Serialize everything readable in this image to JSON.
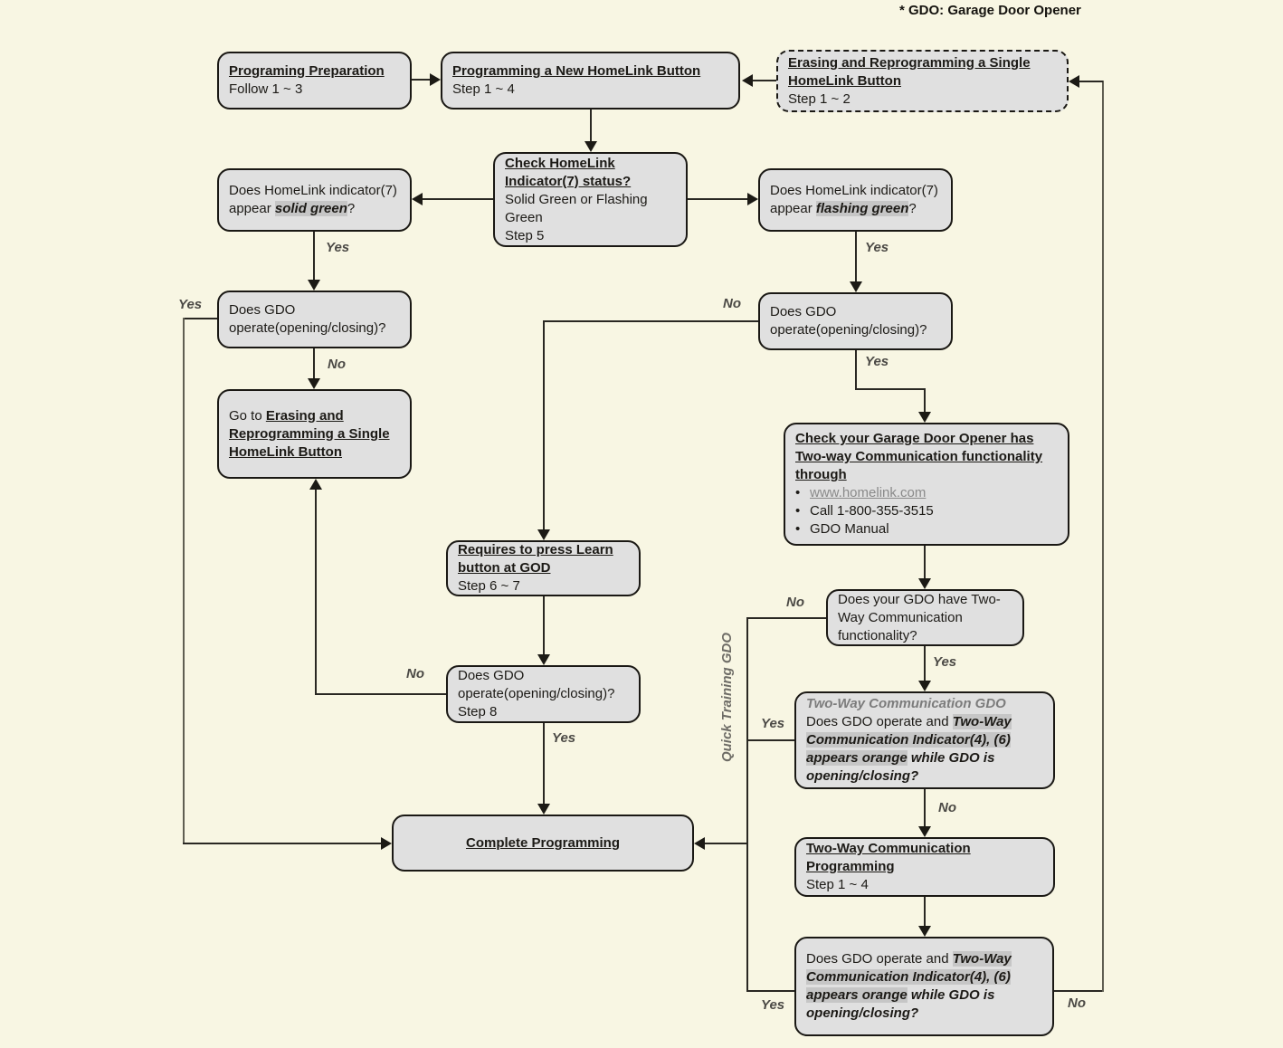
{
  "note": "* GDO: Garage Door Opener",
  "labels": {
    "yes": "Yes",
    "no": "No",
    "quick_training": "Quick Training GDO"
  },
  "colors": {
    "background": "#f8f6e3",
    "box_fill": "#e0e0e0",
    "box_border": "#1a1814",
    "highlight": "#c6c6c6",
    "line": "#2a2823",
    "label_text": "#4c4a46",
    "link_text": "#8a8a8a"
  },
  "boxes": {
    "prep": {
      "title": "Programing Preparation",
      "sub": "Follow 1 ~ 3"
    },
    "new_button": {
      "title": "Programming a New HomeLink Button",
      "sub": "Step 1 ~ 4"
    },
    "erase": {
      "title": "Erasing and Reprogramming a Single HomeLink Button",
      "sub": "Step 1 ~ 2"
    },
    "check_indicator": {
      "title": "Check HomeLink Indicator(7) status?",
      "sub1": "Solid Green or Flashing Green",
      "sub2": "Step 5"
    },
    "solid_green": {
      "t1": "Does HomeLink indicator(7) appear ",
      "hl": "solid green",
      "t2": "?"
    },
    "flashing_green": {
      "t1": "Does HomeLink indicator(7) appear ",
      "hl": "flashing green",
      "t2": "?"
    },
    "gdo_left": {
      "text": "Does GDO operate(opening/closing)?"
    },
    "gdo_right": {
      "text": "Does GDO operate(opening/closing)?"
    },
    "goto_erase": {
      "t1": "Go to ",
      "link": "Erasing and Reprogramming a Single HomeLink Button"
    },
    "check_garage": {
      "title": "Check your Garage Door Opener has Two-way Communication functionality through",
      "bullet_char": "•",
      "bullets": [
        "www.homelink.com",
        "Call 1-800-355-3515",
        "GDO Manual"
      ]
    },
    "learn": {
      "title": "Requires to press Learn button at GOD",
      "sub": "Step 6 ~ 7"
    },
    "gdo_mid": {
      "text": "Does GDO operate(opening/closing)?",
      "sub": "Step 8"
    },
    "has_twoway": {
      "text": "Does your GDO have Two-Way Communication functionality?"
    },
    "twoway_gdo": {
      "header": "Two-Way Communication GDO",
      "t1": "Does GDO operate and ",
      "hl": "Two-Way Communication Indicator(4), (6) appears orange",
      "t2": " while GDO is opening/closing?"
    },
    "twoway_prog": {
      "title": "Two-Way Communication Programming",
      "sub": "Step 1 ~ 4"
    },
    "final_check": {
      "t1": "Does GDO operate and ",
      "hl": "Two-Way Communication Indicator(4), (6) appears orange",
      "t2": " while GDO is opening/closing?"
    },
    "complete": {
      "title": "Complete Programming"
    }
  }
}
